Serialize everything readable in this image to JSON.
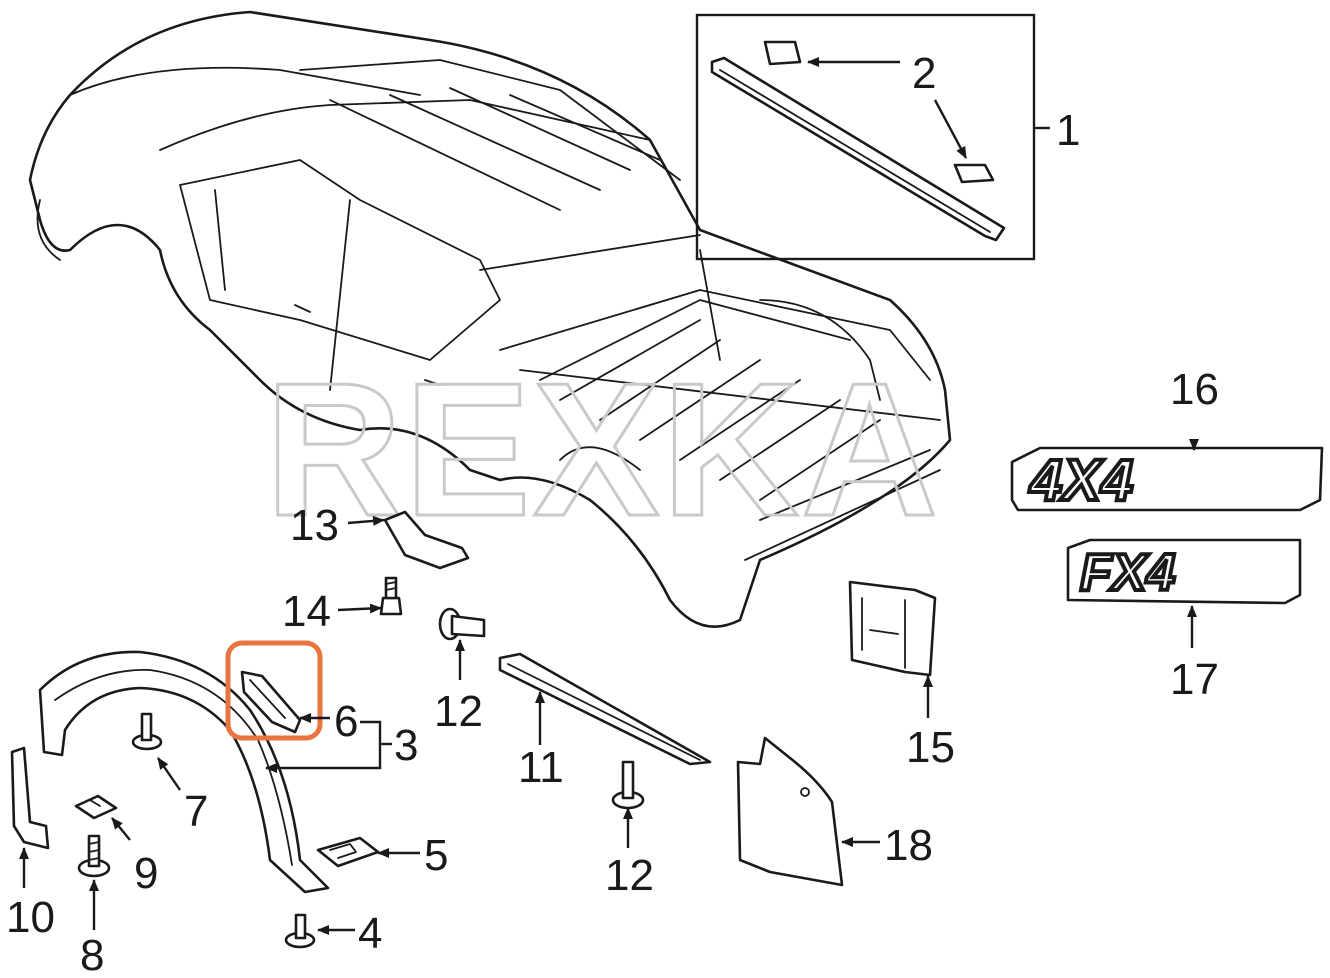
{
  "watermark": "REXKA",
  "emblems": {
    "badge_4x4": "4X4",
    "badge_fx4": "FX4"
  },
  "colors": {
    "line": "#1a1a1a",
    "highlight": "#e8743f",
    "watermark": "#c9c9c9",
    "background": "#ffffff"
  },
  "callouts": [
    "1",
    "2",
    "3",
    "4",
    "5",
    "6",
    "7",
    "8",
    "9",
    "10",
    "11",
    "12",
    "12",
    "13",
    "14",
    "15",
    "16",
    "17",
    "18"
  ],
  "highlighted_part": "6"
}
